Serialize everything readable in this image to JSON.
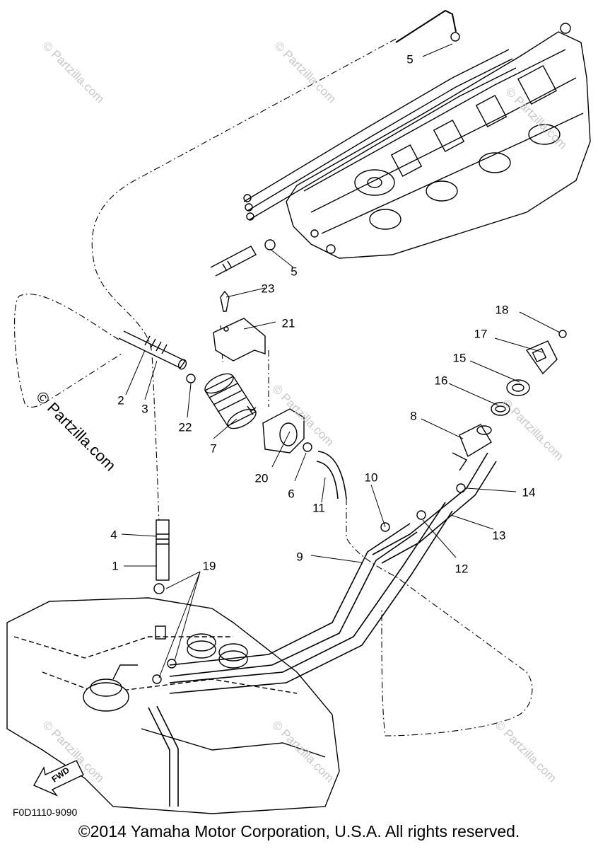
{
  "callouts": [
    {
      "label": "1"
    },
    {
      "label": "2"
    },
    {
      "label": "3"
    },
    {
      "label": "4"
    },
    {
      "label": "5"
    },
    {
      "label": "5"
    },
    {
      "label": "6"
    },
    {
      "label": "7"
    },
    {
      "label": "8"
    },
    {
      "label": "9"
    },
    {
      "label": "10"
    },
    {
      "label": "11"
    },
    {
      "label": "12"
    },
    {
      "label": "13"
    },
    {
      "label": "14"
    },
    {
      "label": "15"
    },
    {
      "label": "16"
    },
    {
      "label": "17"
    },
    {
      "label": "18"
    },
    {
      "label": "19"
    },
    {
      "label": "20"
    },
    {
      "label": "21"
    },
    {
      "label": "22"
    },
    {
      "label": "23"
    }
  ],
  "watermark": {
    "text": "© Partzilla.com",
    "main": "© Partzilla.com"
  },
  "fwd_label": "FWD",
  "drawing_code": "F0D1110-9090",
  "copyright": "©2014 Yamaha Motor Corporation, U.S.A. All rights reserved."
}
